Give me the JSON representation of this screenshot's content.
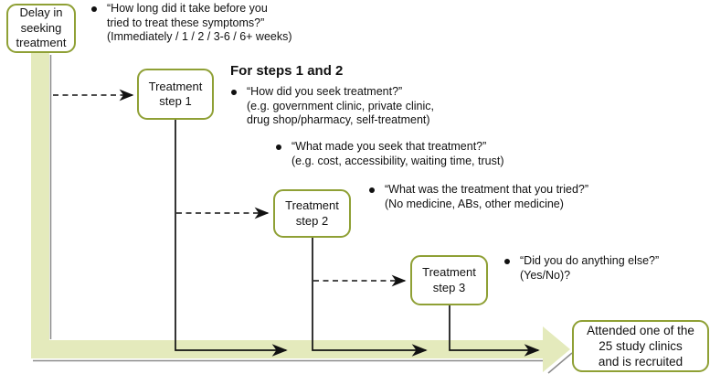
{
  "colors": {
    "flow_band": "#e4eabc",
    "box_border": "#8fa035",
    "shadow_line": "#8c8c8c",
    "text": "#111111"
  },
  "nodes": {
    "delay": "Delay in\nseeking\ntreatment",
    "step1": "Treatment\nstep 1",
    "step2": "Treatment\nstep 2",
    "step3": "Treatment\nstep 3",
    "recruited": "Attended one of the\n25 study clinics\nand is recruited"
  },
  "heading": "For steps 1 and 2",
  "bullets": {
    "delay_duration": "“How long did it take before you\ntried to treat these symptoms?”\n(Immediately / 1 / 2 / 3-6 / 6+ weeks)",
    "how_seek": "“How did you seek treatment?”\n(e.g. government clinic, private clinic,\ndrug shop/pharmacy, self-treatment)",
    "why_seek": "“What made you seek that treatment?”\n(e.g. cost, accessibility, waiting time, trust)",
    "what_treatment": "“What was the treatment that you tried?”\n(No medicine, ABs, other medicine)",
    "anything_else": "“Did you do anything else?”\n(Yes/No)?"
  }
}
